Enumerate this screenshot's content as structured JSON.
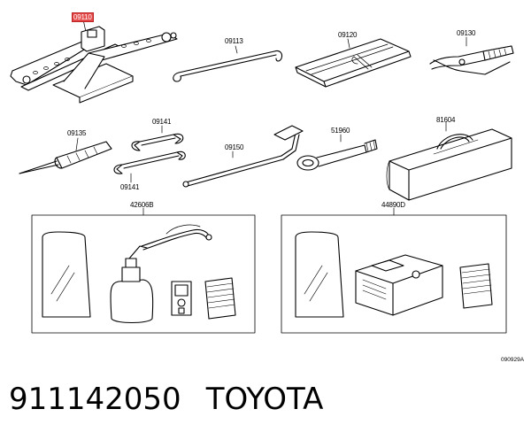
{
  "labels": {
    "jack": "09110",
    "handle": "09113",
    "bag": "09120",
    "pliers": "09130",
    "screwdriver": "09135",
    "wrench_top": "09141",
    "wrench_bottom": "09141",
    "crank": "09150",
    "hook": "51960",
    "case": "81604",
    "kit_left": "42606B",
    "kit_right": "44890D"
  },
  "diagram_code": "090929A",
  "caption": {
    "part_number": "911142050",
    "brand": "TOYOTA"
  },
  "colors": {
    "highlight": "#e44a4a",
    "line": "#000000"
  }
}
